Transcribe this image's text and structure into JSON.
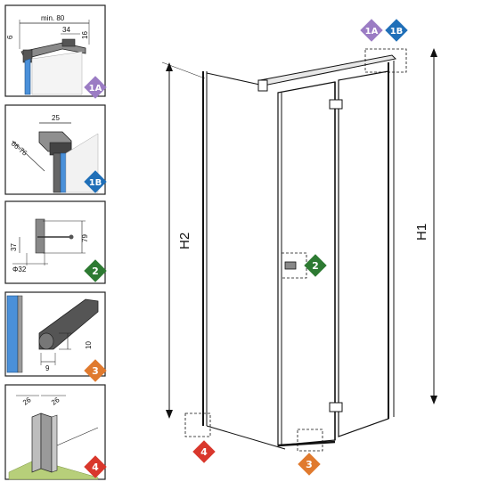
{
  "colors": {
    "badge_1a": "#9b7cc4",
    "badge_1b": "#1f6fb8",
    "badge_2": "#2d7a32",
    "badge_3": "#e07a2e",
    "badge_4": "#d9372c",
    "glass_blue": "#4a90d9",
    "floor_green": "#b7cf7a"
  },
  "panels": {
    "p1a": {
      "badge": "1A",
      "dim_top": "min. 80",
      "dim_left": "6",
      "dim_mid": "34",
      "dim_right": "16"
    },
    "p1b": {
      "badge": "1B",
      "dim_top": "25",
      "dim_side": "66-76"
    },
    "p2": {
      "badge": "2",
      "dim_a": "37",
      "dim_b": "79",
      "dim_c": "Φ32"
    },
    "p3": {
      "badge": "3",
      "dim_w": "9",
      "dim_h": "10"
    },
    "p4": {
      "badge": "4",
      "dim_a": "26",
      "dim_b": "26"
    }
  },
  "main": {
    "label_h1": "H1",
    "label_h2": "H2",
    "badge_1a": "1A",
    "badge_1b": "1B",
    "badge_2": "2",
    "badge_3": "3",
    "badge_4": "4"
  }
}
